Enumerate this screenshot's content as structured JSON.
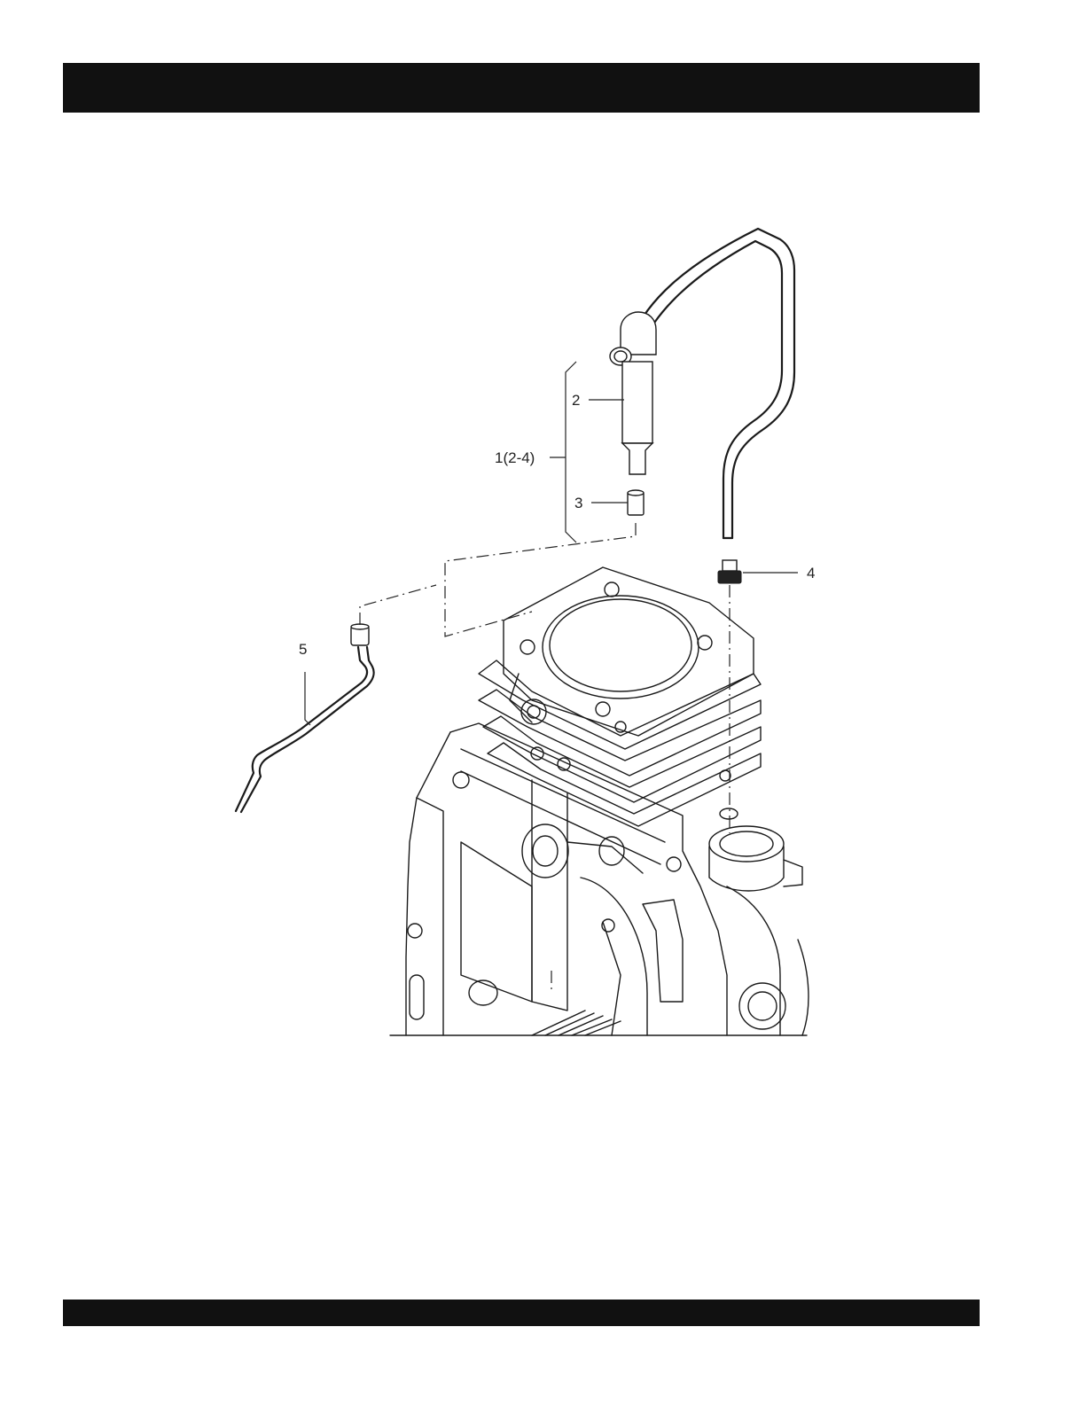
{
  "header_bar": {
    "color": "#111111"
  },
  "footer_bar": {
    "color": "#111111"
  },
  "callouts": {
    "part_1": "1(2-4)",
    "part_2": "2",
    "part_3": "3",
    "part_4": "4",
    "part_5": "5"
  }
}
